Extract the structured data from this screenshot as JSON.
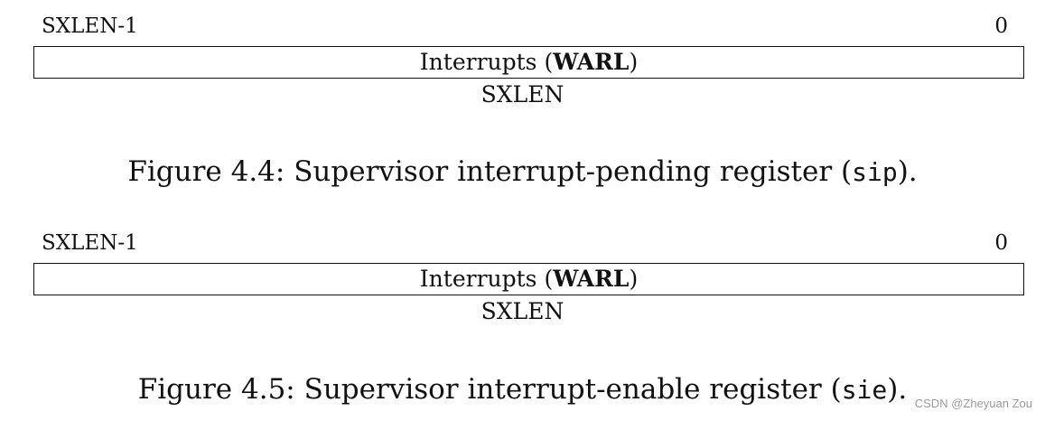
{
  "figures": [
    {
      "bit_high": "SXLEN-1",
      "bit_low": "0",
      "field_name": "Interrupts (",
      "field_access": "WARL",
      "field_close": ")",
      "width_label": "SXLEN",
      "caption_prefix": "Figure 4.4: Supervisor interrupt-pending register (",
      "caption_code": "sip",
      "caption_suffix": ")."
    },
    {
      "bit_high": "SXLEN-1",
      "bit_low": "0",
      "field_name": "Interrupts (",
      "field_access": "WARL",
      "field_close": ")",
      "width_label": "SXLEN",
      "caption_prefix": "Figure 4.5: Supervisor interrupt-enable register (",
      "caption_code": "sie",
      "caption_suffix": ")."
    }
  ],
  "watermark": "CSDN @Zheyuan Zou"
}
